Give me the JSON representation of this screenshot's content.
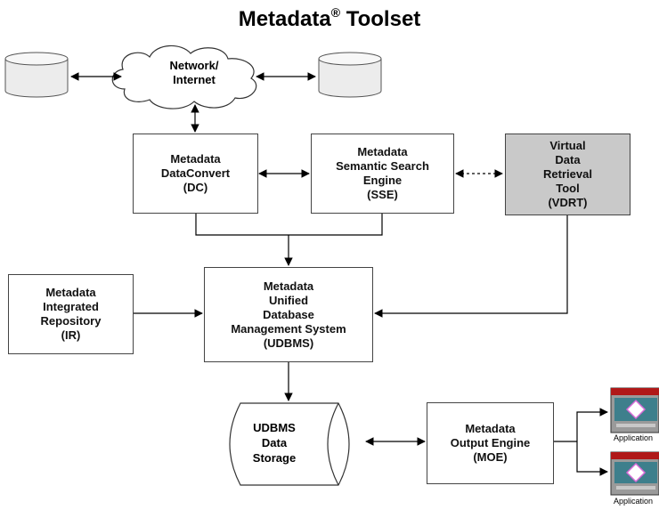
{
  "title": {
    "main": "Metadata",
    "mark": "®",
    "suffix": " Toolset"
  },
  "nodes": {
    "cloud": "Network/\nInternet",
    "dc": "Metadata\nDataConvert\n(DC)",
    "sse": "Metadata\nSemantic Search\nEngine\n(SSE)",
    "vdrt": "Virtual\nData\nRetrieval\nTool\n(VDRT)",
    "ir": "Metadata\nIntegrated\nRepository\n(IR)",
    "udbms": "Metadata\nUnified\nDatabase\nManagement System\n(UDBMS)",
    "storage": "UDBMS\nData\nStorage",
    "moe": "Metadata\nOutput Engine\n(MOE)"
  },
  "apps": {
    "app1": "Application",
    "app2": "Application"
  },
  "colors": {
    "vdrt_fill": "#c9c9c9",
    "app_titlebar": "#b01818",
    "app_panel": "#3e7f8c"
  }
}
